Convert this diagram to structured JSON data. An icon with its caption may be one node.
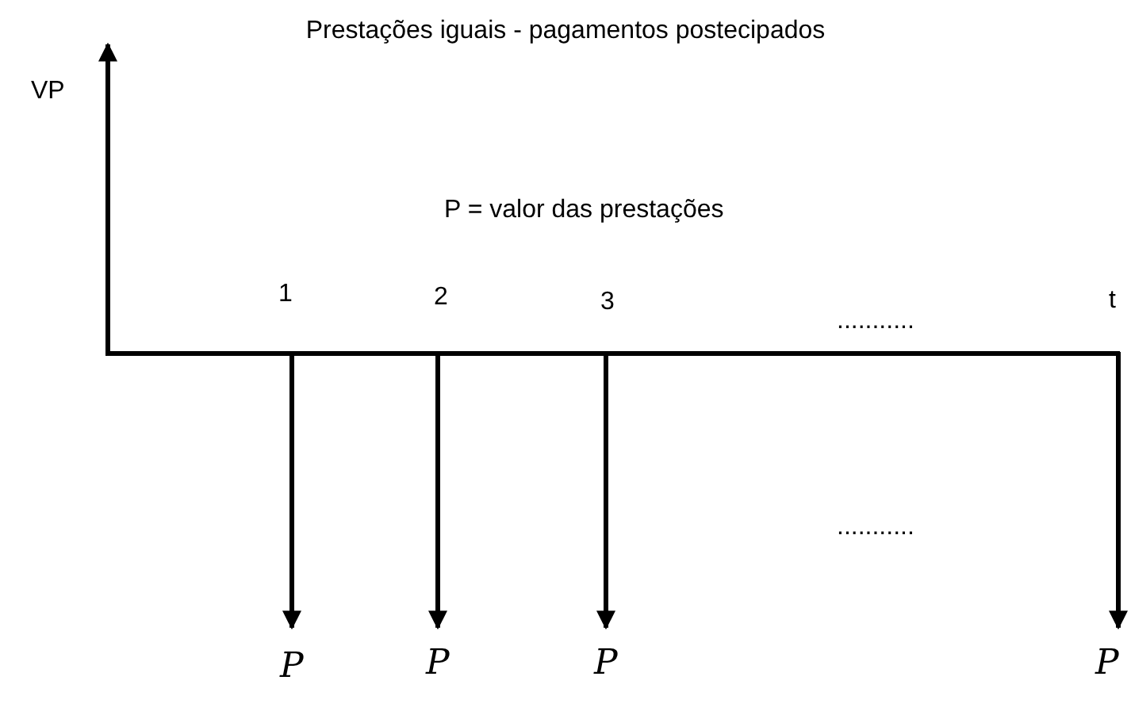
{
  "diagram": {
    "title": "Prestações iguais - pagamentos postecipados",
    "labels": [
      "VP",
      "P = valor das prestações",
      "1",
      "2",
      "3",
      "...........",
      "t",
      "...........",
      "P",
      "P",
      "P",
      "P"
    ]
  }
}
